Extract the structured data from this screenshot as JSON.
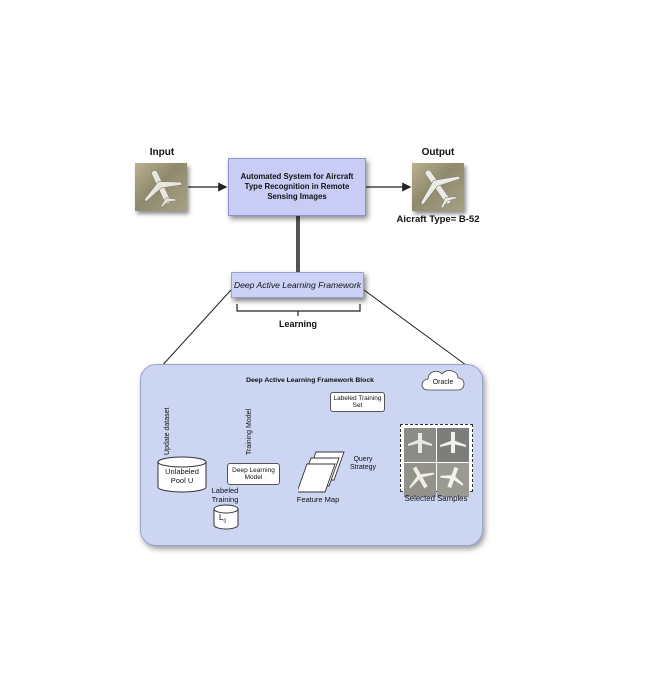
{
  "top": {
    "input_label": "Input",
    "output_label": "Output",
    "main_box_text": "Automated System for Aircraft Type Recognition in Remote Sensing Images",
    "output_caption": "Aicraft Type= B-52"
  },
  "framework": {
    "box_label": "Deep Active Learning Framework",
    "learning_label": "Learning"
  },
  "block": {
    "title": "Deep Active Learning Framework Block",
    "unlabeled_pool": "Unlabeled Pool U",
    "deep_learning_model": "Deep Learning Model",
    "labeled_training_set_top": "Labeled Training Set",
    "labeled_training_set_bottom": "Labeled Training Set",
    "l0_label": "L",
    "l0_sub": "0",
    "feature_map": "Feature Map",
    "query_strategy": "Query Strategy",
    "selected_samples": "Selected Samples",
    "oracle": "Oracle",
    "update_dataset": "Update dataset",
    "training_model": "Training Model"
  },
  "colors": {
    "box_fill": "#c9cdf6",
    "panel_fill": "#ccd6f2",
    "line": "#333333"
  }
}
